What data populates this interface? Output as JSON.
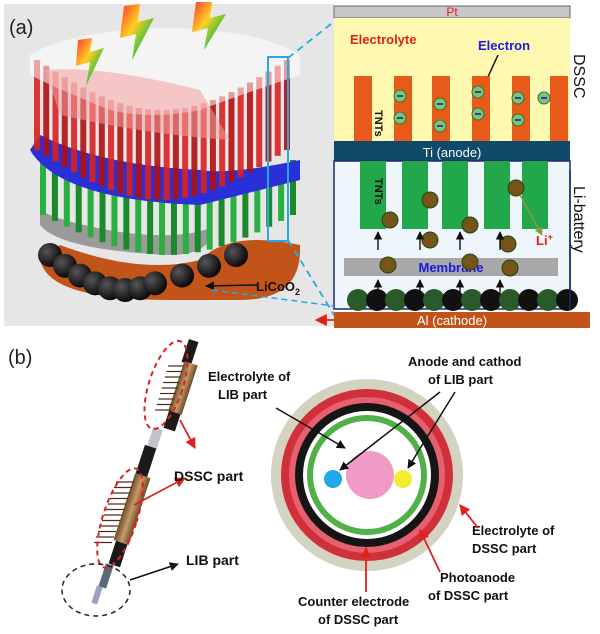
{
  "panel_a": {
    "label": "(a)",
    "dssc_label": "DSSC",
    "li_label": "Li-battery",
    "pt": "Pt",
    "electrolyte": "Electrolyte",
    "electron": "Electron",
    "tnts_top": "TNTs",
    "ti_anode": "Ti (anode)",
    "tnts_bottom": "TNTs",
    "li_ion": "Li",
    "li_sup": "+",
    "membrane": "Membrane",
    "al_cathode": "Al (cathode)",
    "licoo2_main": "LiCoO",
    "licoo2_sub": "2",
    "colors": {
      "pt": "#c8c8c8",
      "electrolyte_bg": "#fff8b0",
      "tnt_red": "#e85a1a",
      "ti_bar": "#0f4a6b",
      "tnt_green": "#22a84a",
      "membrane": "#a8a8a8",
      "al_bar": "#c2541a",
      "electrolyte_text": "#e0201a",
      "electron_text": "#1a1ae0"
    }
  },
  "panel_b": {
    "label": "(b)",
    "dssc_part": "DSSC part",
    "lib_part": "LIB part",
    "electrolyte_lib": [
      "Electrolyte of",
      "LIB part"
    ],
    "anode_cathode_lib": [
      "Anode and cathod",
      "of LIB part"
    ],
    "electrolyte_dssc": [
      "Electrolyte of",
      "DSSC part"
    ],
    "photoanode": [
      "Photoanode",
      "of DSSC part"
    ],
    "counter_electrode": [
      "Counter electrode",
      "of DSSC part"
    ],
    "colors": {
      "outer_ring": "#d4d2c0",
      "red_ring": "#d0303a",
      "black_ring": "#151515",
      "green_ring": "#52b048",
      "core_pink": "#f09ac8",
      "blue_dot": "#20a8e8",
      "yellow_dot": "#f4ec30"
    }
  }
}
